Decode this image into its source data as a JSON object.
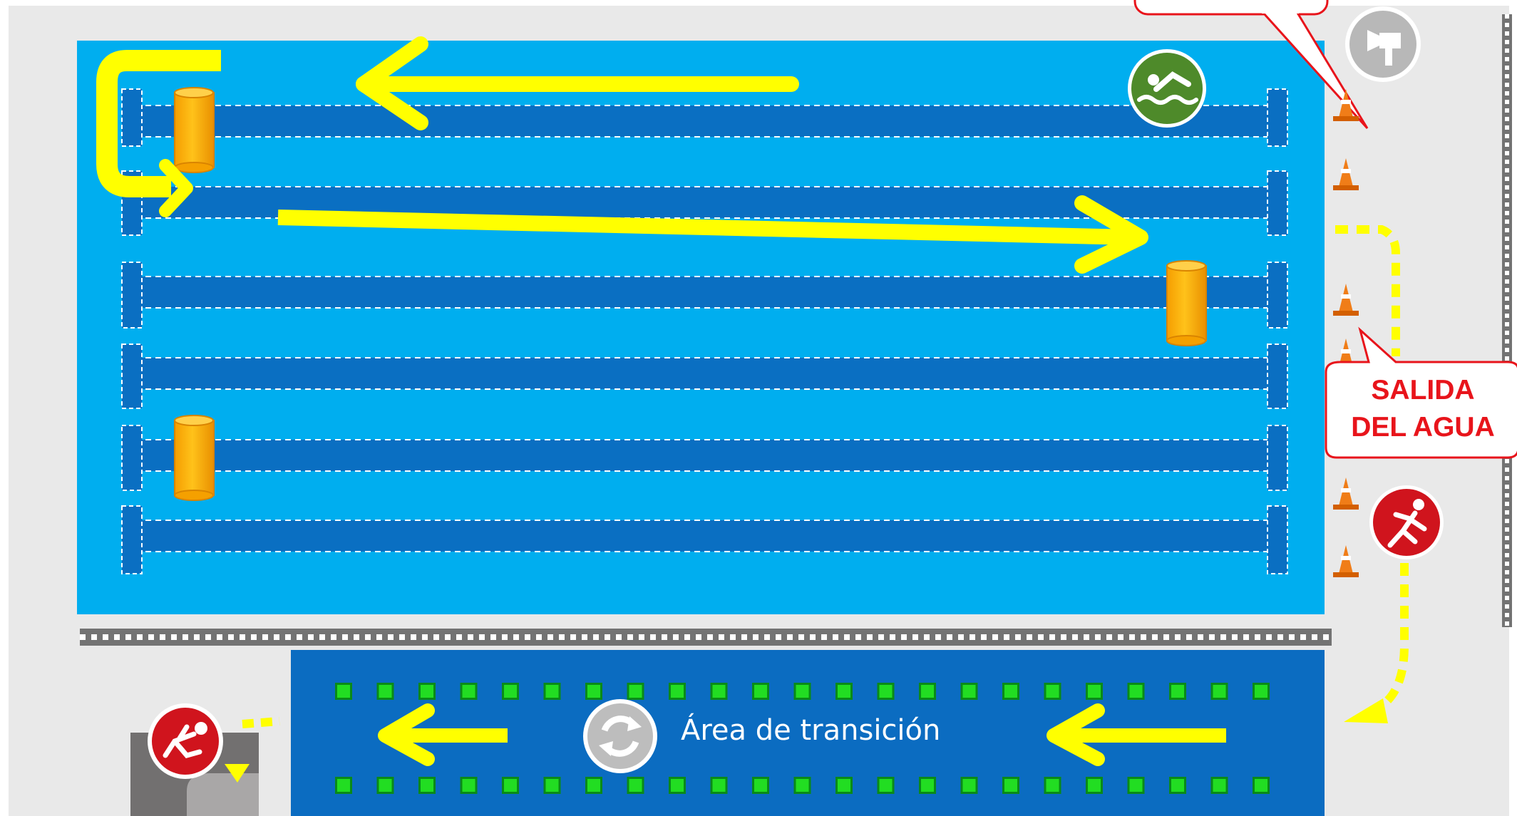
{
  "transition_area": {
    "label": "Área de transición"
  },
  "water_exit_callout": {
    "line1": "SALIDA",
    "line2": "DEL AGUA"
  },
  "icons": {
    "swim": "swimmer-icon",
    "run": "runner-icon",
    "transition": "transition-cycle-icon",
    "start": "starting-runner-icon",
    "camera": "camera-icon",
    "cone": "traffic-cone-icon",
    "buoy": "cylinder-buoy-icon",
    "rack": "bike-rack-marker-icon"
  },
  "colors": {
    "background": "#e9e9e9",
    "pool": "#00aeef",
    "lane": "#0a6fc2",
    "transition_zone": "#0b6cc1",
    "arrow": "#ffff00",
    "buoy": "#ffb400",
    "swim_badge": "#4e8a2a",
    "run_badge": "#d0141d",
    "callout_text": "#e8141b",
    "rack_marker": "#22dd22",
    "cone": "#f07d18"
  },
  "counts": {
    "swim_lanes": 6,
    "rack_markers_per_row": 23
  }
}
